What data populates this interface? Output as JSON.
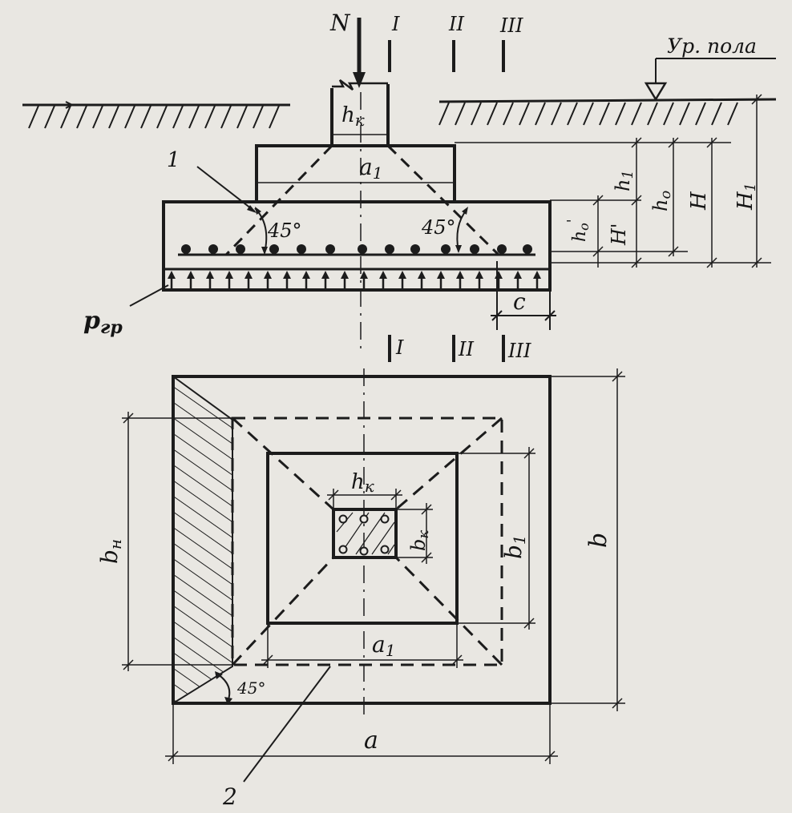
{
  "labels": {
    "force": "N",
    "section_1": "I",
    "section_2": "II",
    "section_3": "III",
    "floor_level": "Ур. пола",
    "column_width_top": "h",
    "column_width_top_sub": "к",
    "step_width_top": "a",
    "step_width_top_sub": "1",
    "callout_1": "1",
    "angle_left": "45°",
    "angle_right": "45°",
    "soil_pressure": "p",
    "soil_pressure_sub": "гр",
    "overhang": "c",
    "dim_h1": "h",
    "dim_h1_sub": "1",
    "dim_h0": "h",
    "dim_h0_sub": "o",
    "dim_H": "H",
    "dim_H1": "H",
    "dim_H1_sub": "1",
    "dim_h0p": "h",
    "dim_h0p_sub": "o",
    "dim_h0p_mark": "'",
    "dim_Hp": "H'",
    "plan_section_1": "I",
    "plan_section_2": "II",
    "plan_section_3": "III",
    "plan_hk": "h",
    "plan_hk_sub": "к",
    "plan_bk": "b",
    "plan_bk_sub": "к",
    "plan_bn": "b",
    "plan_bn_sub": "н",
    "plan_b1": "b",
    "plan_b1_sub": "1",
    "plan_b": "b",
    "plan_a1": "a",
    "plan_a1_sub": "1",
    "plan_a": "a",
    "plan_angle": "45°",
    "callout_2": "2"
  }
}
